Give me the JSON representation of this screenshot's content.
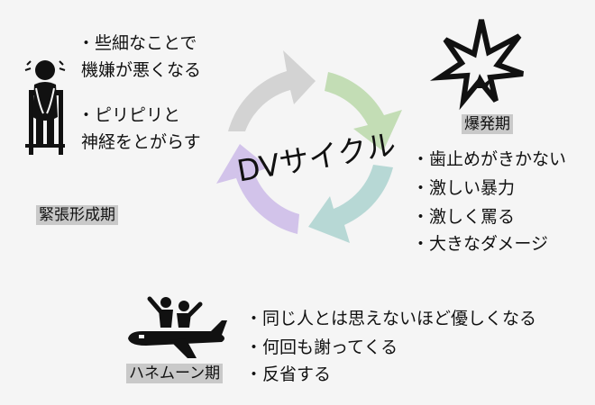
{
  "title": "DVサイクル",
  "phases": {
    "tension": {
      "label": "緊張形成期",
      "lines": [
        "・些細なことで",
        "機嫌が悪くなる",
        "・ピリピリと",
        "神経をとがらす"
      ]
    },
    "explosion": {
      "label": "爆発期",
      "lines": [
        "・歯止めがきかない",
        "・激しい暴力",
        "・激しく罵る",
        "・大きなダメージ"
      ]
    },
    "honeymoon": {
      "label": "ハネムーン期",
      "lines": [
        "・同じ人とは思えないほど優しくなる",
        "・何回も謝ってくる",
        "・反省する"
      ]
    }
  },
  "icons": {
    "tension": "anxious-person-icon",
    "explosion": "explosion-icon",
    "honeymoon": "couple-on-airplane-icon"
  },
  "colors": {
    "arrow_gray": "#d3d3d3",
    "arrow_green": "#c3ddb5",
    "arrow_teal": "#b7d8d5",
    "arrow_purple": "#d2c3ea",
    "label_bg": "#c9c9c9",
    "background": "#f5f5f5"
  }
}
